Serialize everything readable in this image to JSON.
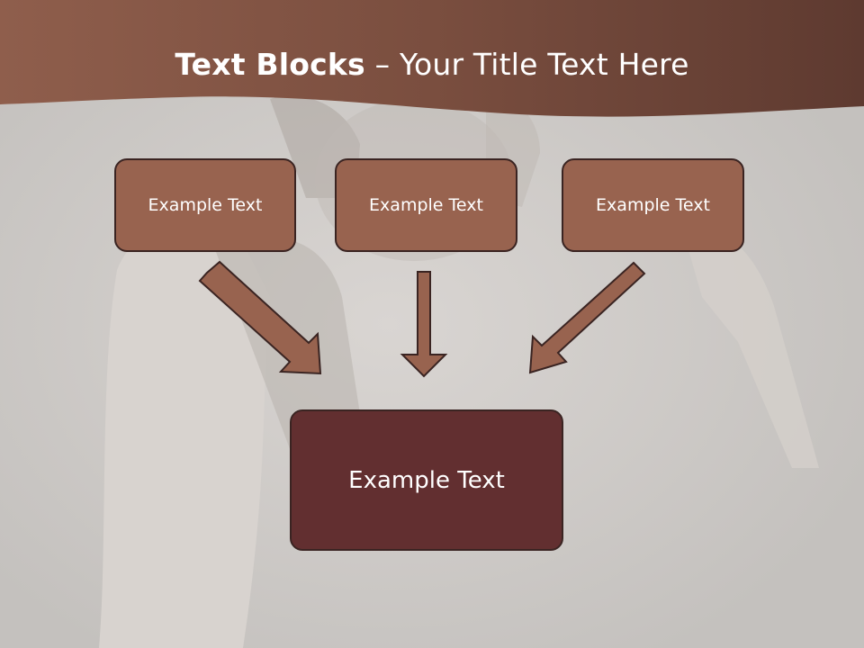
{
  "title": {
    "bold": "Text Blocks",
    "dash": " – ",
    "rest": "Your Title Text Here"
  },
  "blocks": [
    {
      "label": "Example Text"
    },
    {
      "label": "Example Text"
    },
    {
      "label": "Example Text"
    }
  ],
  "target_block": {
    "label": "Example Text"
  },
  "colors": {
    "header": "#7f5142",
    "small_box": "#98634f",
    "big_box": "#622f30",
    "arrow_fill": "#98634f",
    "outline": "#3a2422",
    "background": "#c9c6c3"
  }
}
